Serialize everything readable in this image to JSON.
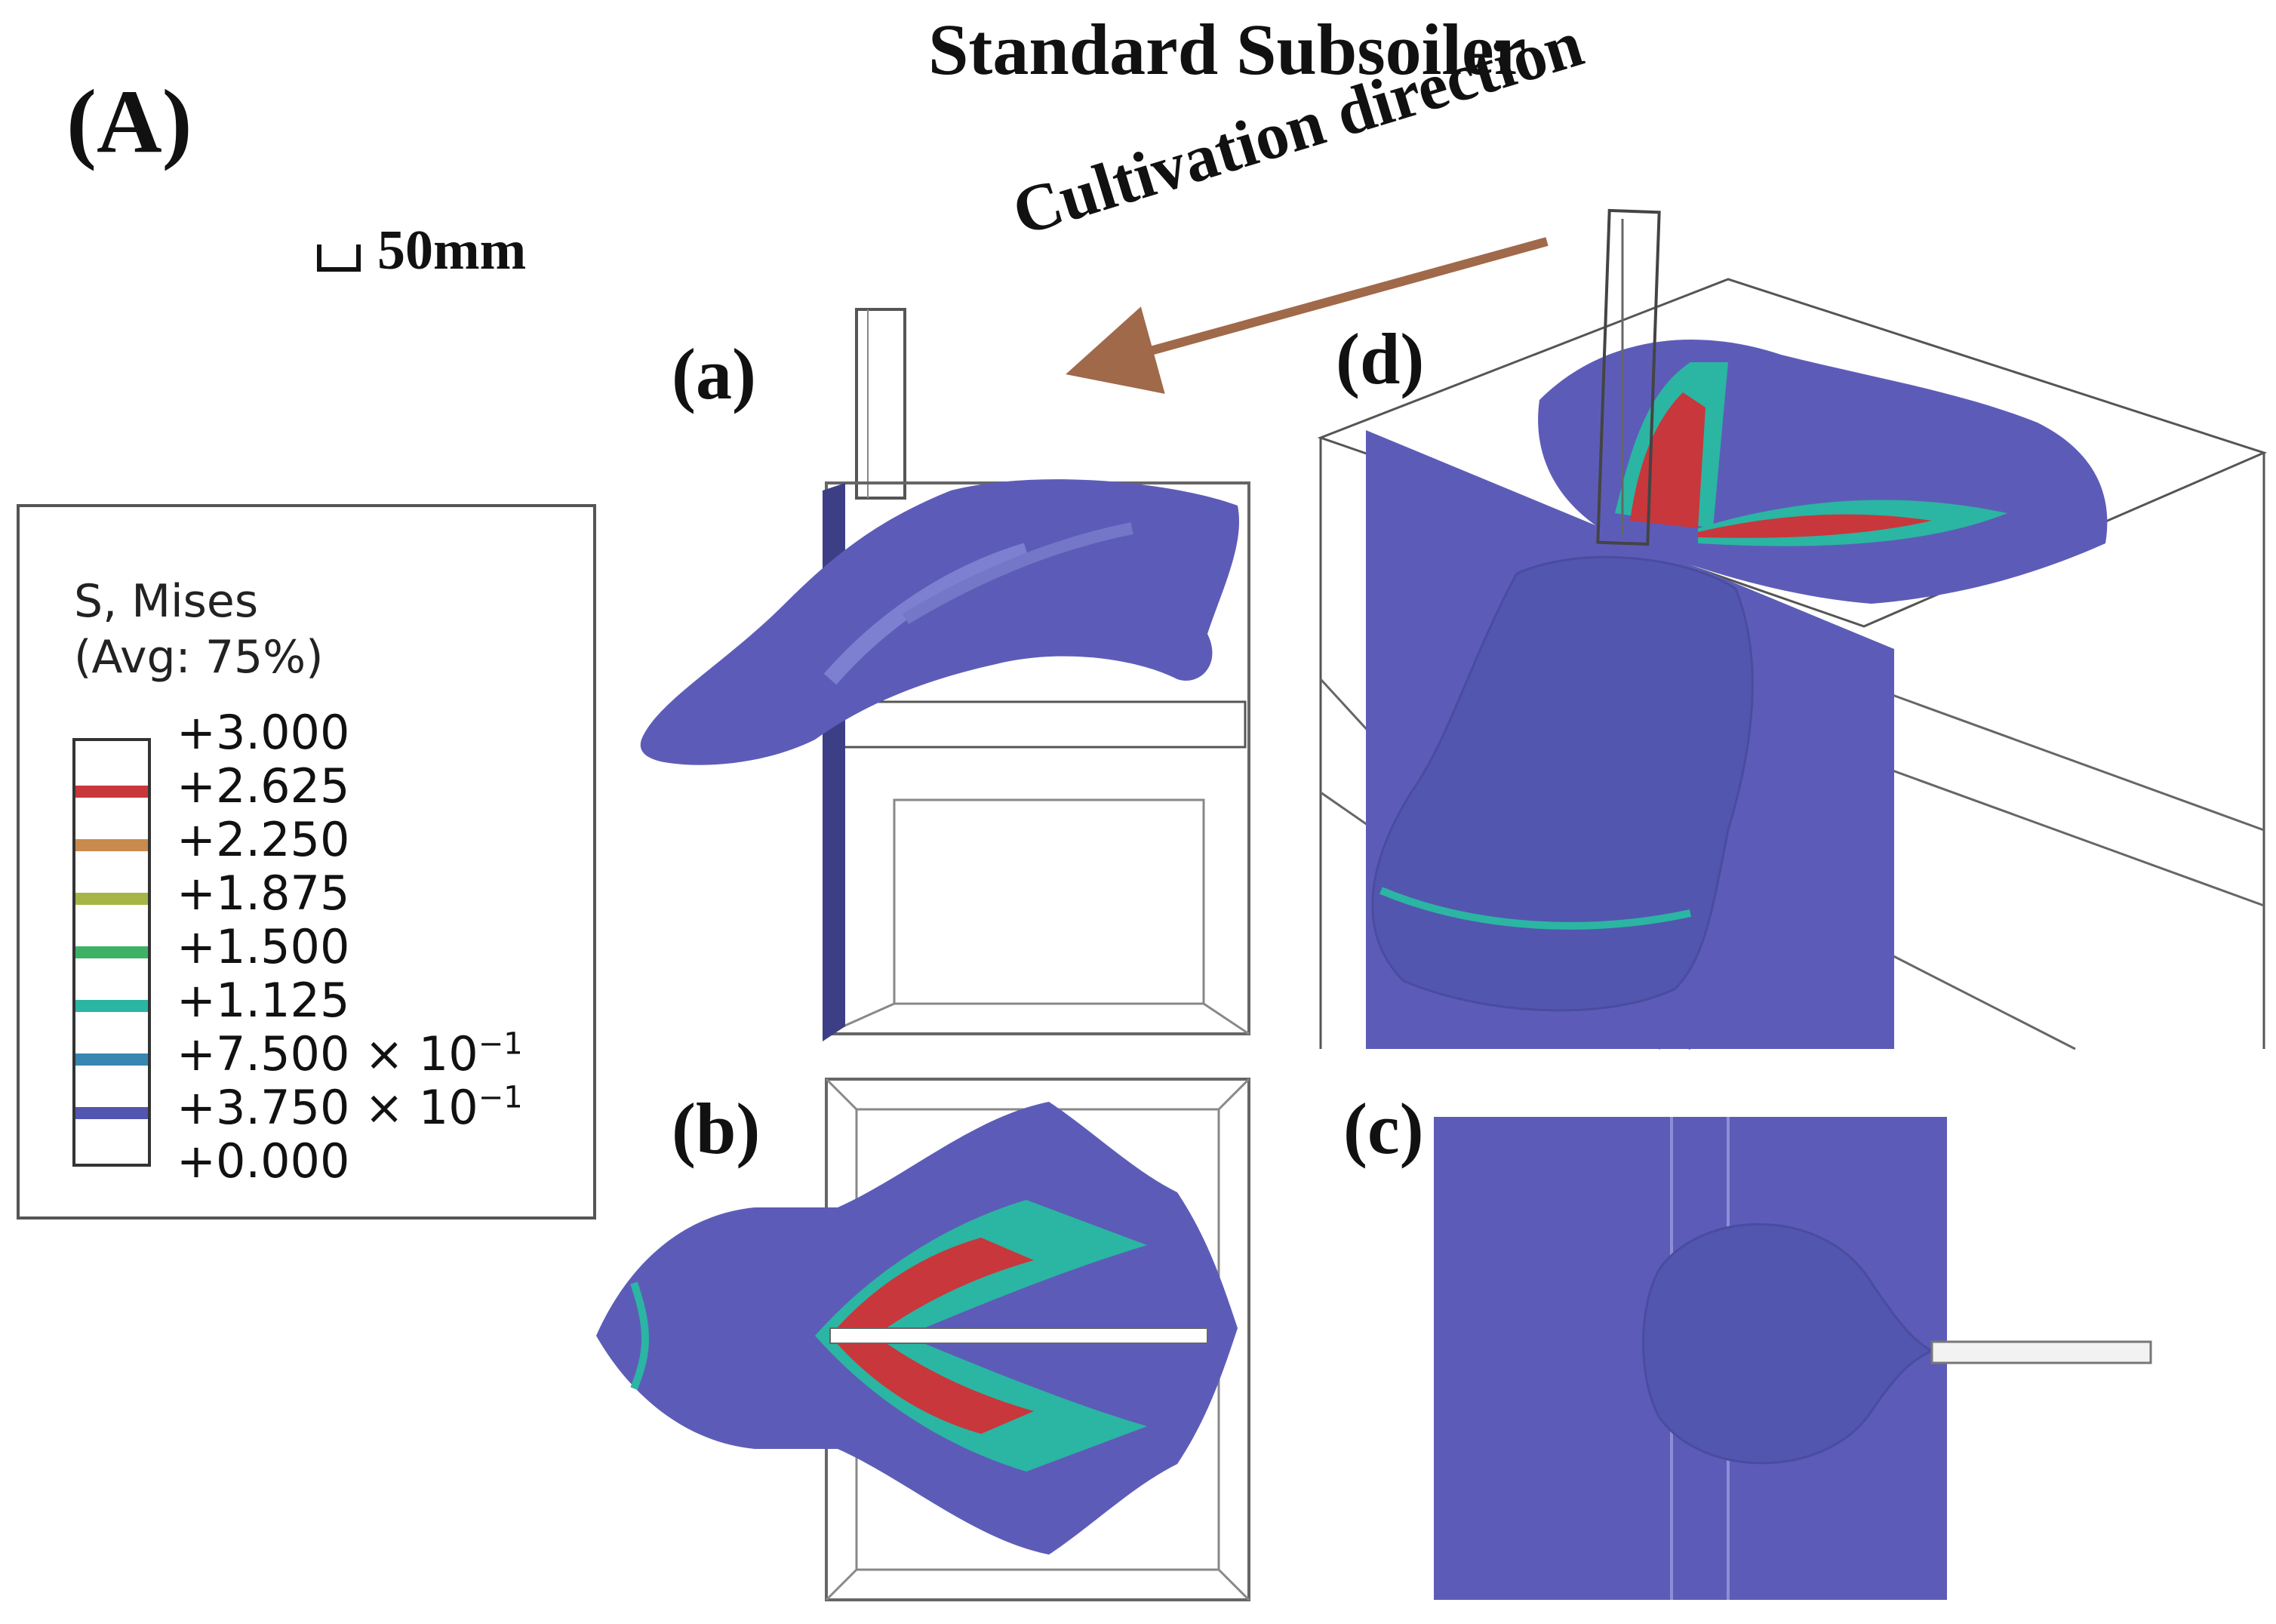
{
  "figure": {
    "title": "Standard Subsoiler",
    "panel_label": "(A)",
    "scale_bar": "50mm",
    "direction_label": "Cultivation direction",
    "sub_labels": {
      "a": "(a)",
      "b": "(b)",
      "c": "(c)",
      "d": "(d)"
    }
  },
  "legend": {
    "title_line1": "S, Mises",
    "title_line2": "(Avg: 75%)",
    "entries": [
      {
        "value": "+3.000",
        "color": "#ffffff"
      },
      {
        "value": "+2.625",
        "color": "#c8373b"
      },
      {
        "value": "+2.250",
        "color": "#c98a4e"
      },
      {
        "value": "+1.875",
        "color": "#a6b545"
      },
      {
        "value": "+1.500",
        "color": "#3db267"
      },
      {
        "value": "+1.125",
        "color": "#2bb5a3"
      },
      {
        "value": "+7.500 × 10",
        "exp": "−1",
        "color": "#3a86b2"
      },
      {
        "value": "+3.750 × 10",
        "exp": "−1",
        "color": "#5356ae"
      },
      {
        "value": "+0.000",
        "color": "#ffffff"
      }
    ]
  },
  "colors": {
    "soil": "#5c5cb8",
    "soil_dark": "#3f3f8f",
    "arrow": "#a0694a"
  }
}
